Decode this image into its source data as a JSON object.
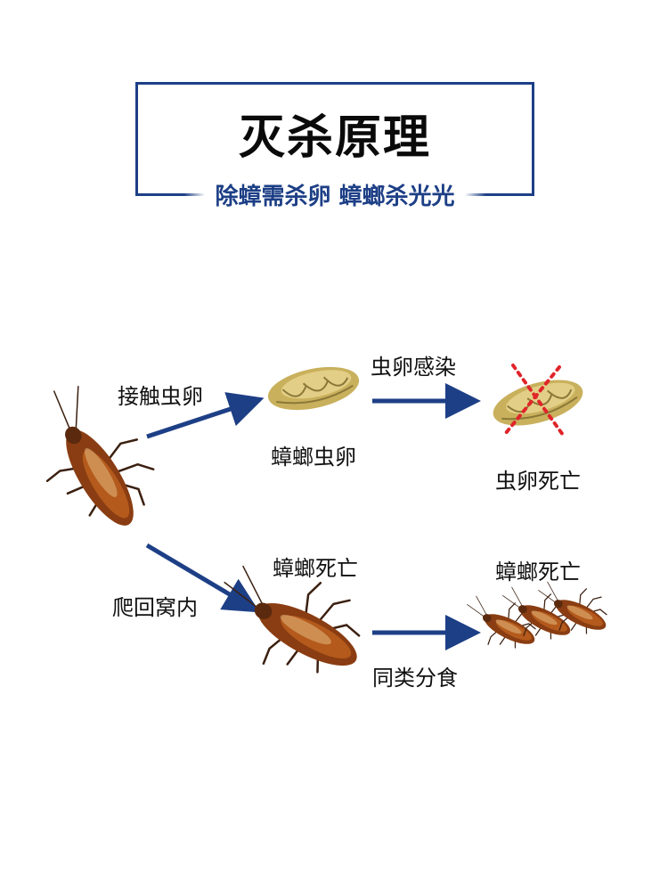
{
  "header": {
    "title": "灭杀原理",
    "subtitle": "除蟑需杀卵 蟑螂杀光光"
  },
  "flow": {
    "contact_eggs": "接触虫卵",
    "roach_eggs": "蟑螂虫卵",
    "eggs_infected": "虫卵感染",
    "eggs_dead": "虫卵死亡",
    "crawl_back": "爬回窝内",
    "roach_dead_1": "蟑螂死亡",
    "cannibalism": "同类分食",
    "roach_dead_2": "蟑螂死亡"
  },
  "colors": {
    "accent": "#1d3f86",
    "cross": "#e0242a"
  }
}
